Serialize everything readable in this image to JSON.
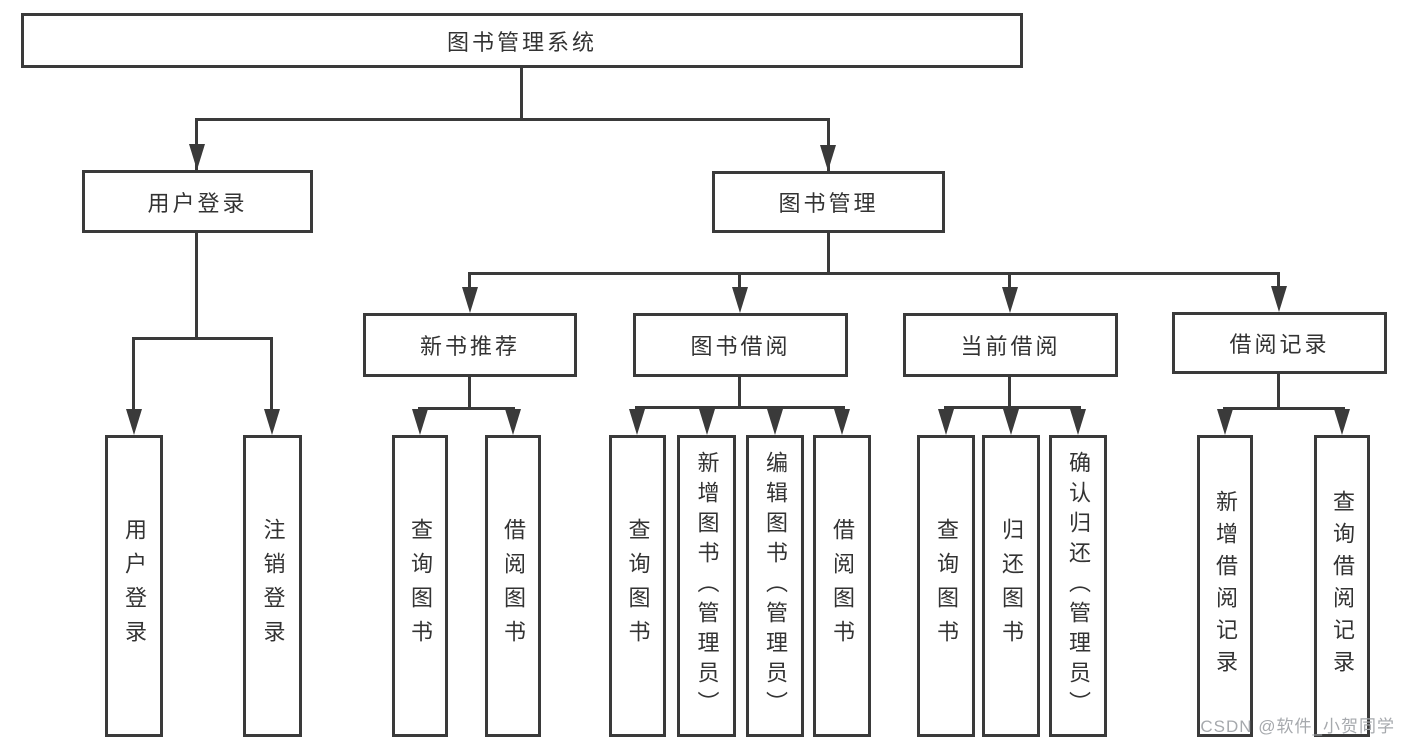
{
  "root": {
    "label": "图书管理系统"
  },
  "branches": [
    {
      "label": "用户登录",
      "children": [
        "用户登录",
        "注销登录"
      ]
    },
    {
      "label": "图书管理",
      "groups": [
        {
          "label": "新书推荐",
          "children": [
            "查询图书",
            "借阅图书"
          ]
        },
        {
          "label": "图书借阅",
          "children": [
            "查询图书",
            "新增图书（管理员）",
            "编辑图书（管理员）",
            "借阅图书"
          ]
        },
        {
          "label": "当前借阅",
          "children": [
            "查询图书",
            "归还图书",
            "确认归还（管理员）"
          ]
        },
        {
          "label": "借阅记录",
          "children": [
            "新增借阅记录",
            "查询借阅记录"
          ]
        }
      ]
    }
  ],
  "watermark": "CSDN @软件_小贺同学",
  "colors": {
    "line": "#3a3a3a",
    "text": "#333333",
    "background": "#ffffff",
    "watermark": "#a6a9ad"
  }
}
